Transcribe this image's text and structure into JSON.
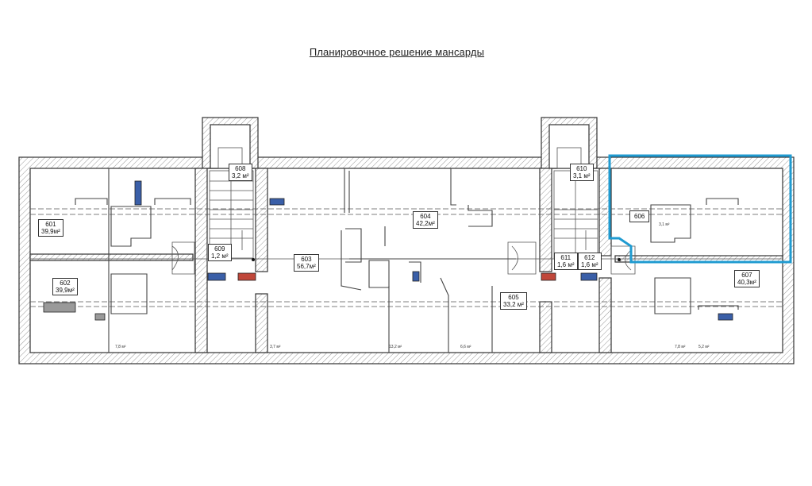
{
  "title": "Планировочное решение мансарды",
  "rooms": [
    {
      "id": "601",
      "area": "39,9м²"
    },
    {
      "id": "602",
      "area": "39,9м²"
    },
    {
      "id": "603",
      "area": "56,7м²"
    },
    {
      "id": "604",
      "area": "42,2м²"
    },
    {
      "id": "605",
      "area": "33,2 м²"
    },
    {
      "id": "606",
      "area": ""
    },
    {
      "id": "607",
      "area": "40,3м²"
    },
    {
      "id": "608",
      "area": "3,2 м²"
    },
    {
      "id": "609",
      "area": "1,2 м²"
    },
    {
      "id": "610",
      "area": "3,1 м²"
    },
    {
      "id": "611",
      "area": "1,6 м²"
    },
    {
      "id": "612",
      "area": "1,6 м²"
    }
  ],
  "small_areas": [
    "7,8 м²",
    "3,7 м²",
    "13,2 м²",
    "6,6 м²",
    "7,8 м²",
    "5,2 м²",
    "3,1 м²"
  ],
  "colors": {
    "highlight": "#1f9bd1",
    "blue_fixture": "#3a5fa8",
    "red_fixture": "#c0473a",
    "grey_fixture": "#9a9a9a"
  }
}
